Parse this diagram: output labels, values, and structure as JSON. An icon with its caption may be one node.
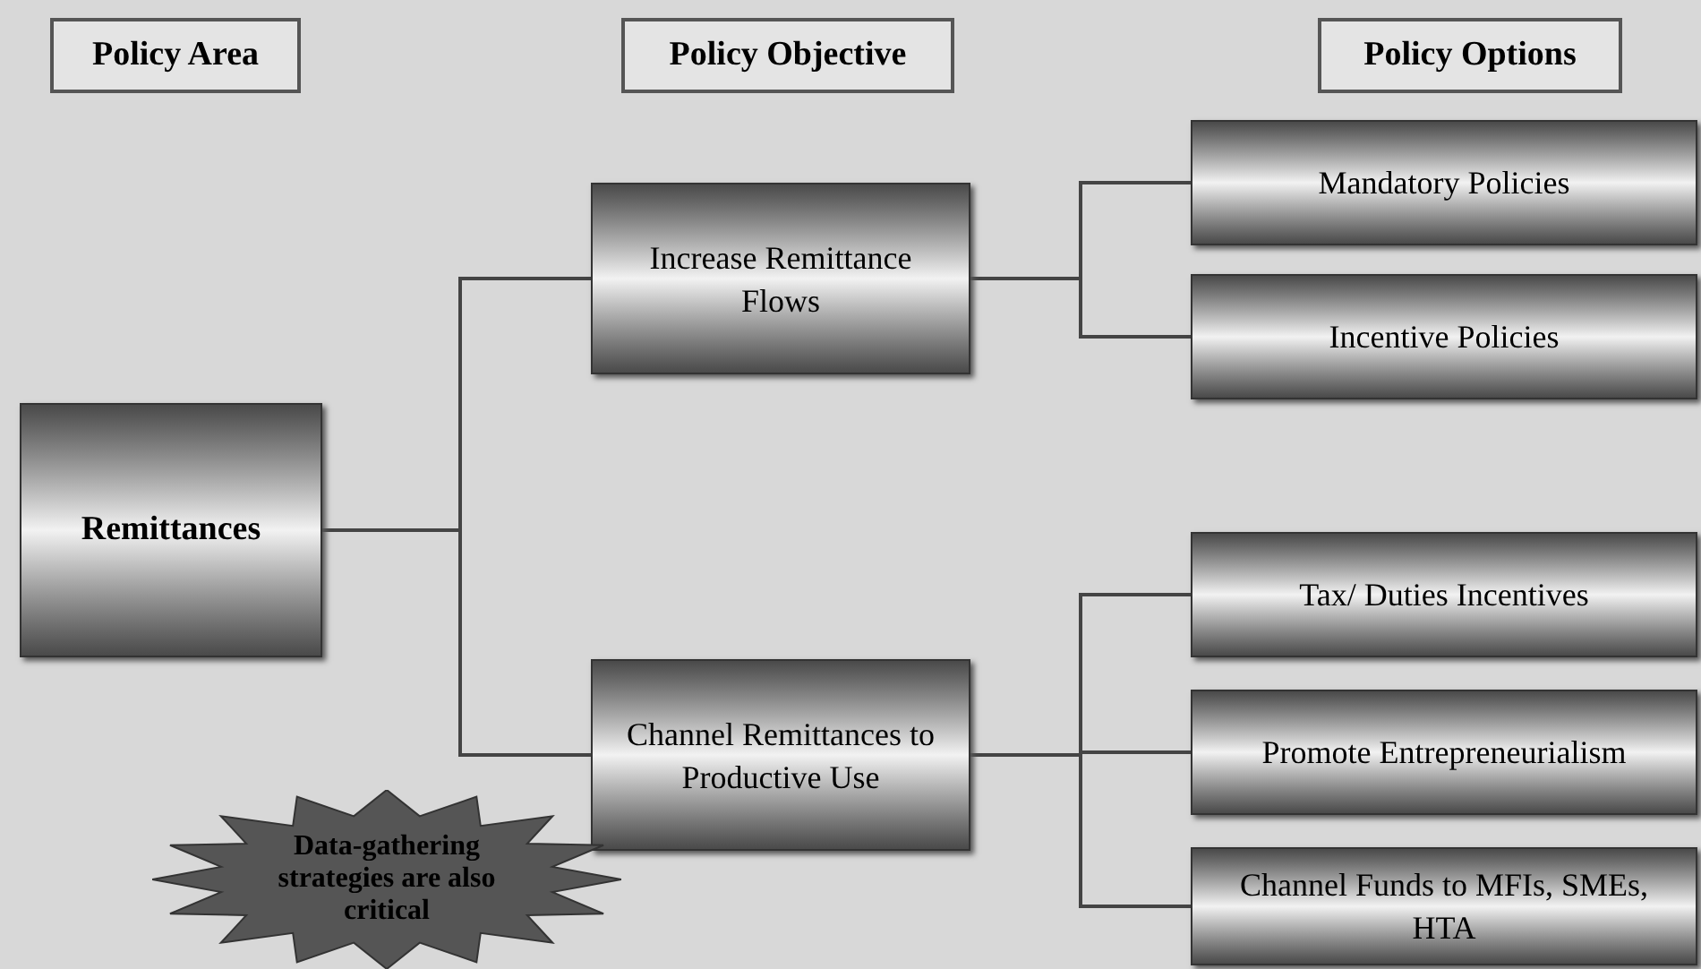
{
  "diagram": {
    "nodes": [
      {
        "text": [
          "Policy Area"
        ]
      },
      {
        "text": [
          "Policy Objective"
        ]
      },
      {
        "text": [
          "Policy Options"
        ]
      },
      {
        "text": [
          "Remittances"
        ]
      },
      {
        "text": [
          "Increase Remittance Flows"
        ]
      },
      {
        "text": [
          "Channel Remittances to Productive Use"
        ]
      },
      {
        "text": [
          "Mandatory Policies"
        ]
      },
      {
        "text": [
          "Incentive Policies"
        ]
      },
      {
        "text": [
          "Tax/ Duties Incentives"
        ]
      },
      {
        "text": [
          "Promote Entrepreneurialism"
        ]
      },
      {
        "text": [
          "Channel Funds to MFIs, SMEs, HTA"
        ]
      },
      {
        "text": [
          "Data-gathering strategies are also critical"
        ]
      }
    ],
    "edges": [
      {
        "from": 3,
        "to": 4,
        "arrow": "none"
      },
      {
        "from": 3,
        "to": 5,
        "arrow": "none"
      },
      {
        "from": 4,
        "to": 6,
        "arrow": "none"
      },
      {
        "from": 4,
        "to": 7,
        "arrow": "none"
      },
      {
        "from": 5,
        "to": 8,
        "arrow": "none"
      },
      {
        "from": 5,
        "to": 9,
        "arrow": "none"
      },
      {
        "from": 5,
        "to": 10,
        "arrow": "none"
      }
    ]
  }
}
